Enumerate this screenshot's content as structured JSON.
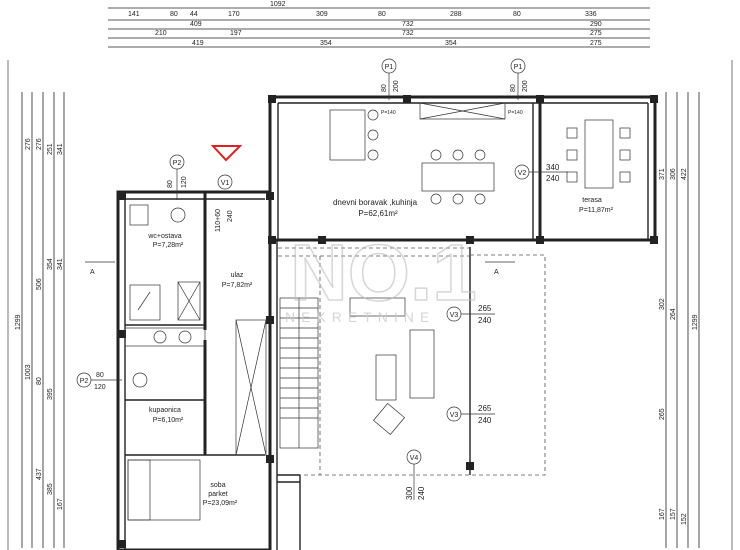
{
  "plan": {
    "top_dims": {
      "row0": [
        "1092"
      ],
      "row1": [
        "141",
        "80",
        "44",
        "170",
        "309",
        "80",
        "288",
        "80",
        "336"
      ],
      "row2": [
        "409",
        "732",
        "290"
      ],
      "row3": [
        "210",
        "197",
        "732",
        "275"
      ],
      "row4": [
        "419",
        "354",
        "354",
        "275"
      ]
    },
    "left_dims": [
      "1299",
      "1003",
      "506",
      "437",
      "276",
      "276",
      "251",
      "341",
      "354",
      "341",
      "80",
      "395",
      "385",
      "167"
    ],
    "right_dims": [
      "1299",
      "371",
      "306",
      "422",
      "302",
      "264",
      "265",
      "167",
      "157",
      "152"
    ],
    "rooms": [
      {
        "name": "dnevni boravak ,kuhinja",
        "area": "P=62,61m²"
      },
      {
        "name": "terasa",
        "area": "P=11,87m²"
      },
      {
        "name": "wc+ostava",
        "area": "P=7,28m²"
      },
      {
        "name": "ulaz",
        "area": "P=7,82m²"
      },
      {
        "name": "kupaonica",
        "area": "P=6,10m²"
      },
      {
        "name": "soba",
        "sub": "parket",
        "area": "P=23,09m²"
      }
    ],
    "openings": {
      "p1a": {
        "tag": "P1",
        "w": "80",
        "h": "200",
        "sill": "P=140"
      },
      "p1b": {
        "tag": "P1",
        "w": "80",
        "h": "200",
        "sill": "P=140"
      },
      "p2a": {
        "tag": "P2",
        "w": "80",
        "h": "120"
      },
      "p2b": {
        "tag": "P2",
        "w": "80",
        "h": "120"
      },
      "v1": {
        "tag": "V1",
        "w": "110+60",
        "h": "240"
      },
      "v2": {
        "tag": "V2",
        "w": "340",
        "h": "240"
      },
      "v3a": {
        "tag": "V3",
        "w": "265",
        "h": "240"
      },
      "v3b": {
        "tag": "V3",
        "w": "265",
        "h": "240"
      },
      "v4": {
        "tag": "V4",
        "w": "300",
        "h": "240"
      }
    },
    "section_mark": "A",
    "watermark": "NO.1",
    "watermark_sub": "NEKRETNINE",
    "accent_color": "#e02020"
  }
}
